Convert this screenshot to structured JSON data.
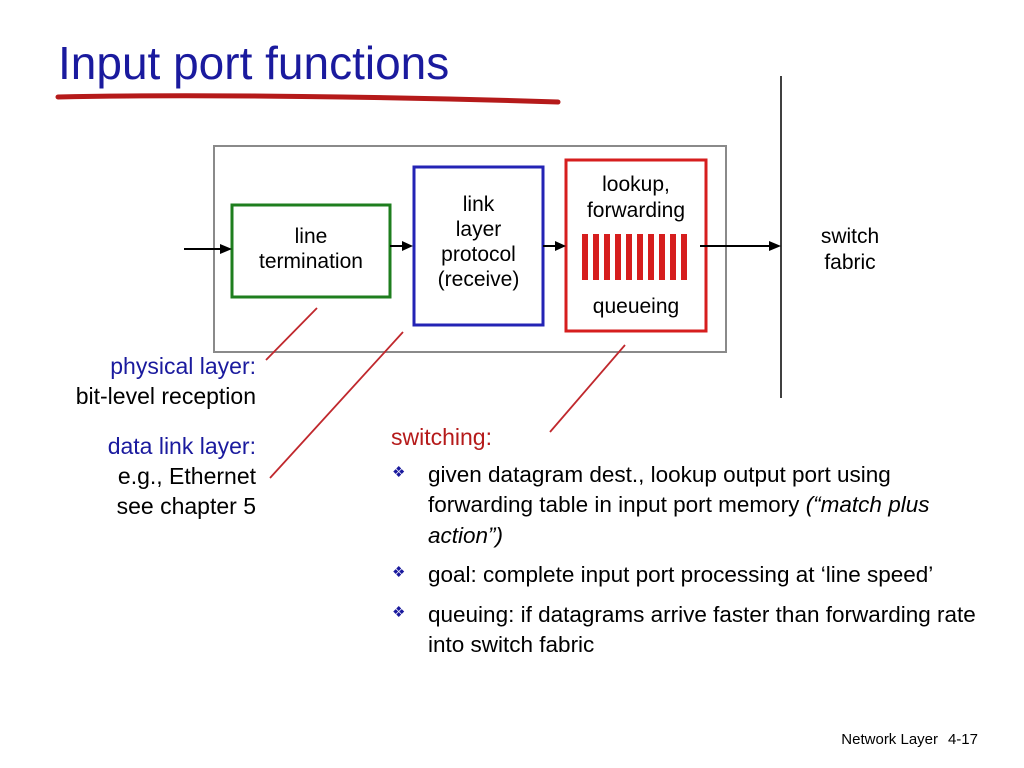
{
  "slide": {
    "title": "Input port functions",
    "colors": {
      "title": "#1a1a9e",
      "underline": "#b51a1a",
      "accent_red": "#b51a1a",
      "green": "#1e7e1e",
      "blue": "#2323b5",
      "red": "#d61e1e"
    }
  },
  "diagram": {
    "line_termination": [
      "line",
      "termination"
    ],
    "link_layer": [
      "link",
      "layer",
      "protocol",
      "(receive)"
    ],
    "lookup": [
      "lookup,",
      "forwarding"
    ],
    "queueing": "queueing",
    "switch_fabric": [
      "switch",
      "fabric"
    ]
  },
  "side_labels": {
    "physical_heading": "physical layer:",
    "physical_text": "bit-level reception",
    "datalink_heading": "data link layer:",
    "datalink_line1": "e.g., Ethernet",
    "datalink_line2": "see chapter 5"
  },
  "switching": {
    "heading": "switching:",
    "bullet1_text": "given datagram dest., lookup output port using forwarding table in input port memory ",
    "bullet1_italic": "(“match plus action”)",
    "bullet2": "goal: complete input port processing at ‘line speed’",
    "bullet3": "queuing: if datagrams arrive faster than forwarding rate into switch fabric",
    "bullet_icon": "diamond-bullet-icon"
  },
  "footer": {
    "title": "Network Layer",
    "page": "4-17"
  }
}
